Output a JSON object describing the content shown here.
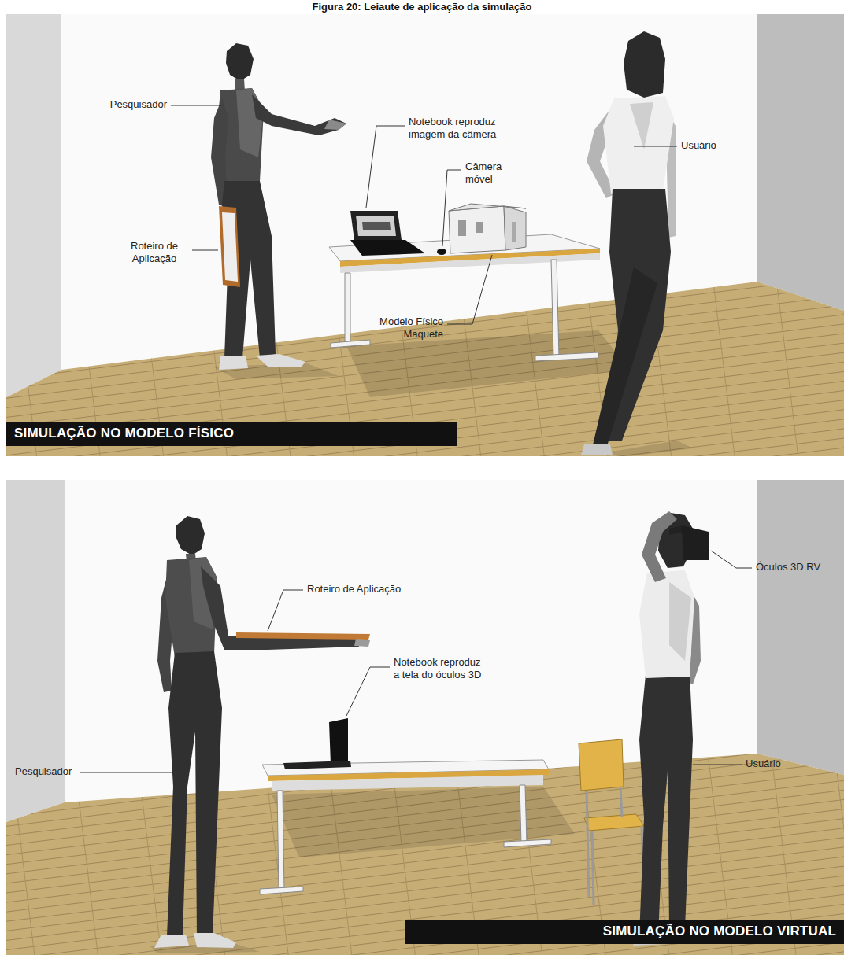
{
  "diagram": {
    "title": "Figura 20: Leiaute de aplicação da simulação",
    "nodes": [
      {
        "text": [
          "SIMULAÇÃO NO MODELO FÍSICO"
        ]
      },
      {
        "text": [
          "SIMULAÇÃO NO MODELO VIRTUAL"
        ]
      }
    ],
    "labels": [
      "Pesquisador",
      "Notebook reproduz imagem da câmera",
      "Câmera móvel",
      "Usuário",
      "Roteiro de Aplicação",
      "Modelo Físico Maquete",
      "Óculos 3D RV",
      "Roteiro de Aplicação",
      "Notebook reproduz a tela do óculos 3D",
      "Pesquisador",
      "Usuário"
    ]
  }
}
